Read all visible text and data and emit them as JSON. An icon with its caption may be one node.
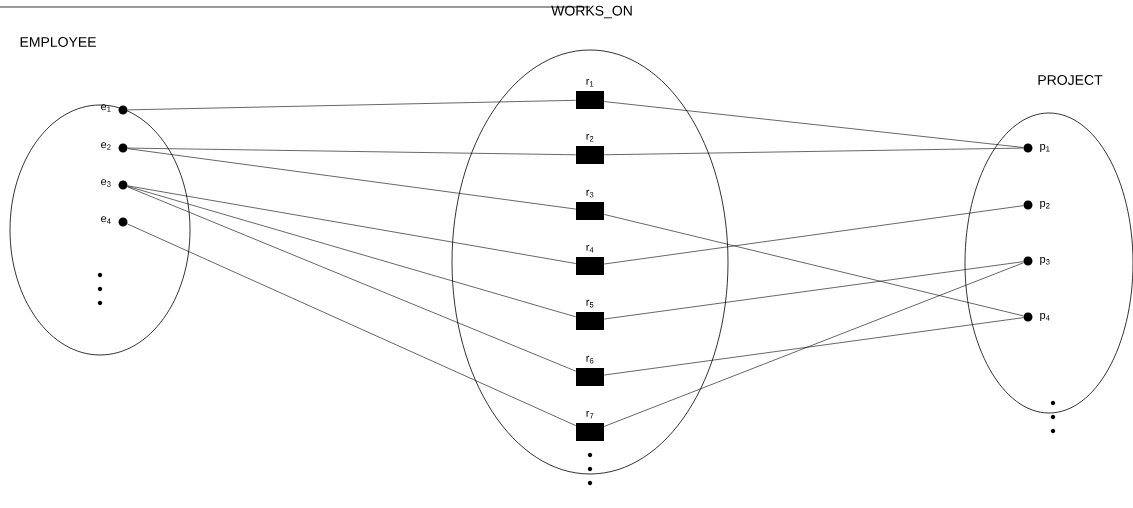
{
  "diagram": {
    "nodes": [
      {
        "text": [
          "EMPLOYEE"
        ]
      },
      {
        "text": [
          "e$_{1}$"
        ],
        "in": 0
      },
      {
        "text": [
          "e$_{2}$"
        ],
        "in": 0
      },
      {
        "text": [
          "e$_{3}$"
        ],
        "in": 0
      },
      {
        "text": [
          "e$_{4}$"
        ],
        "in": 0
      },
      {
        "text": [
          "WORKS_ON"
        ]
      },
      {
        "text": [
          "r$_{1}$"
        ],
        "in": 5
      },
      {
        "text": [
          "r$_{2}$"
        ],
        "in": 5
      },
      {
        "text": [
          "r$_{3}$"
        ],
        "in": 5
      },
      {
        "text": [
          "r$_{4}$"
        ],
        "in": 5
      },
      {
        "text": [
          "r$_{5}$"
        ],
        "in": 5
      },
      {
        "text": [
          "r$_{6}$"
        ],
        "in": 5
      },
      {
        "text": [
          "r$_{7}$"
        ],
        "in": 5
      },
      {
        "text": [
          "PROJECT"
        ]
      },
      {
        "text": [
          "p$_{1}$"
        ],
        "in": 13
      },
      {
        "text": [
          "p$_{2}$"
        ],
        "in": 13
      },
      {
        "text": [
          "p$_{3}$"
        ],
        "in": 13
      },
      {
        "text": [
          "p$_{4}$"
        ],
        "in": 13
      }
    ],
    "edges": [
      {
        "from": 1,
        "to": 6,
        "arrow": "none"
      },
      {
        "from": 6,
        "to": 14,
        "arrow": "none"
      },
      {
        "from": 2,
        "to": 7,
        "arrow": "none"
      },
      {
        "from": 7,
        "to": 14,
        "arrow": "none"
      },
      {
        "from": 2,
        "to": 8,
        "arrow": "none"
      },
      {
        "from": 8,
        "to": 17,
        "arrow": "none"
      },
      {
        "from": 3,
        "to": 9,
        "arrow": "none"
      },
      {
        "from": 9,
        "to": 15,
        "arrow": "none"
      },
      {
        "from": 3,
        "to": 10,
        "arrow": "none"
      },
      {
        "from": 10,
        "to": 16,
        "arrow": "none"
      },
      {
        "from": 3,
        "to": 11,
        "arrow": "none"
      },
      {
        "from": 11,
        "to": 17,
        "arrow": "none"
      },
      {
        "from": 4,
        "to": 12,
        "arrow": "none"
      },
      {
        "from": 12,
        "to": 16,
        "arrow": "none"
      }
    ]
  }
}
